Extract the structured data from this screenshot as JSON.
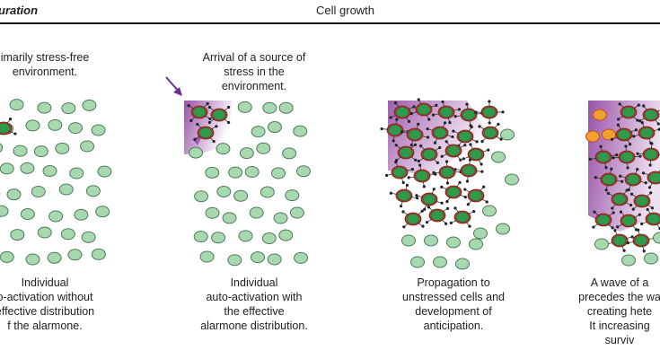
{
  "header": {
    "left_label": "uration",
    "center_label": "Cell growth"
  },
  "panels": [
    {
      "top": [
        "imarily stress-free",
        "environment."
      ],
      "bottom": [
        "Individual",
        "o-activation without",
        "effective distribution",
        "f the alarmone."
      ]
    },
    {
      "top": [
        "Arrival of a source of",
        "stress in the",
        "environment."
      ],
      "bottom": [
        "Individual",
        "auto-activation with",
        "the effective",
        "alarmone distribution."
      ]
    },
    {
      "top": [],
      "bottom": [
        "Propagation to",
        "unstressed cells and",
        "development of",
        "anticipation."
      ]
    },
    {
      "top": [],
      "bottom": [
        "A wave of a",
        "precedes the wa",
        "creating hete",
        "It increasing",
        "surviv"
      ]
    }
  ],
  "colors": {
    "cell_fill": "#a8d8b0",
    "cell_stroke": "#4d7a58",
    "active_fill": "#2f9a4c",
    "active_ring": "#c7302a",
    "stress": "#8e3f9f",
    "arrow": "#6b2f93",
    "dying_fill": "#f0a030"
  }
}
